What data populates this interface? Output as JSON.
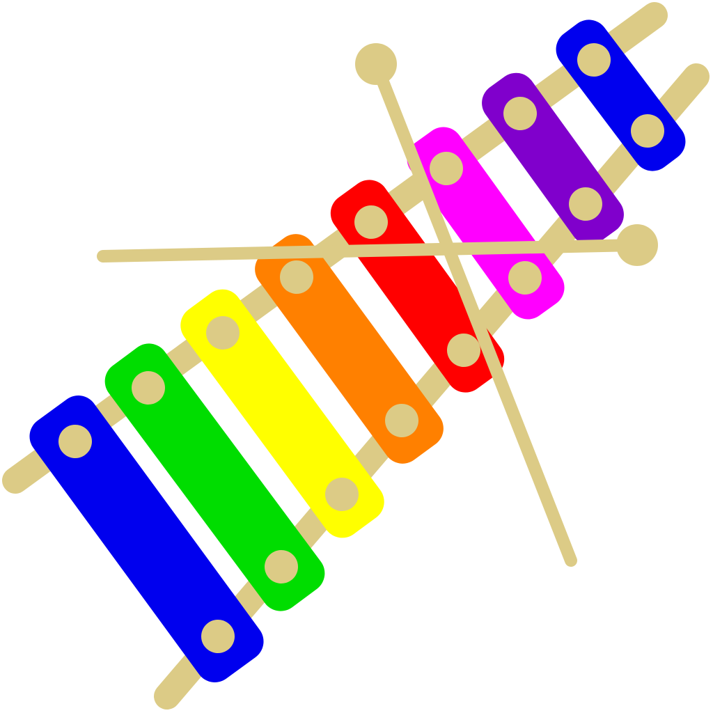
{
  "image": {
    "subject": "xylophone",
    "background_color": "#ffffff"
  },
  "colors": {
    "wood": "#dccb86",
    "bars": [
      "#0000ee",
      "#00dd00",
      "#ffff00",
      "#ff8000",
      "#ff0000",
      "#ff00ff",
      "#8000cc",
      "#0000ee"
    ]
  },
  "bars": [
    {
      "name": "blue-bar",
      "color": "#0000ee"
    },
    {
      "name": "green-bar",
      "color": "#00dd00"
    },
    {
      "name": "yellow-bar",
      "color": "#ffff00"
    },
    {
      "name": "orange-bar",
      "color": "#ff8000"
    },
    {
      "name": "red-bar",
      "color": "#ff0000"
    },
    {
      "name": "magenta-bar",
      "color": "#ff00ff"
    },
    {
      "name": "purple-bar",
      "color": "#8000cc"
    },
    {
      "name": "small-blue-bar",
      "color": "#0000ee"
    }
  ],
  "mallets": [
    {
      "name": "mallet-horizontal"
    },
    {
      "name": "mallet-diagonal"
    }
  ]
}
